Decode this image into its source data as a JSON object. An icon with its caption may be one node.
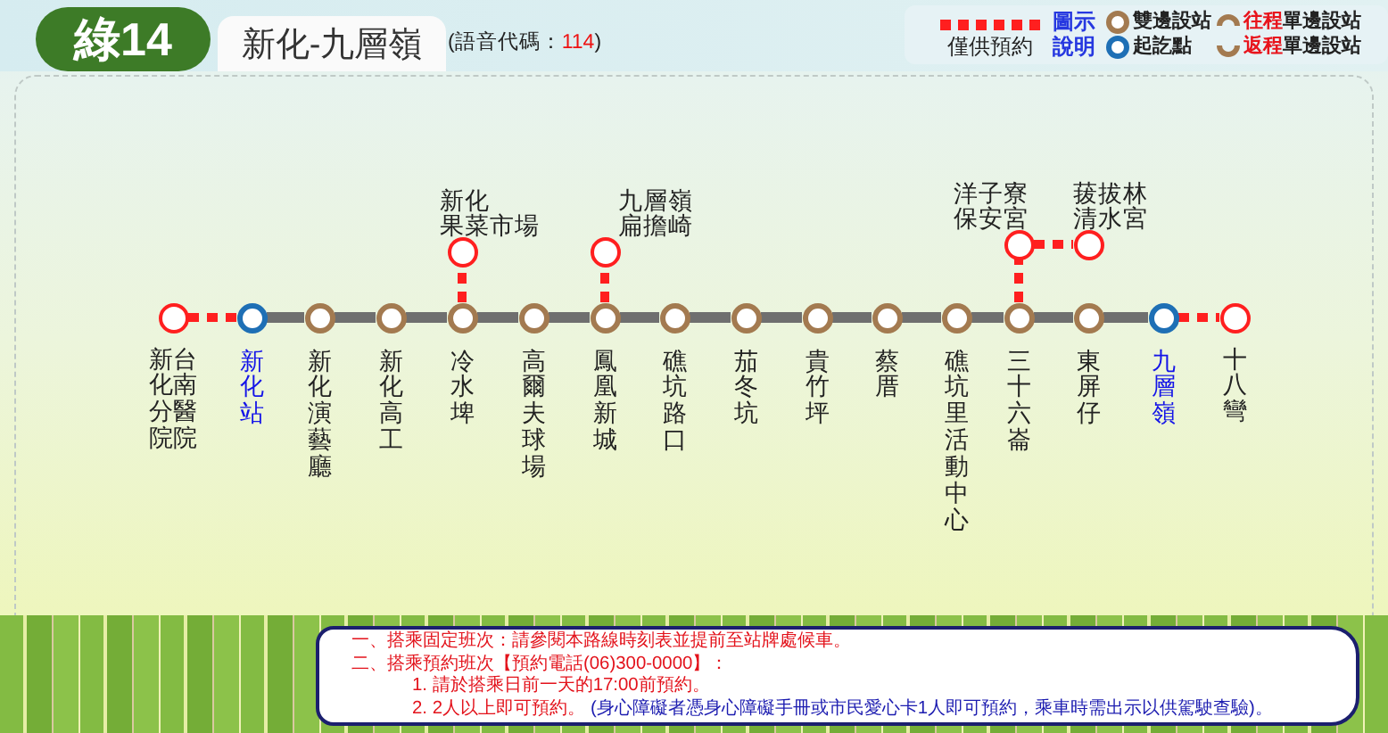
{
  "diagram": {
    "nodes": [
      {
        "text": [
          "綠14"
        ]
      },
      {
        "text": [
          "新化-九層嶺"
        ],
        "beside": [
          "(語音代碼：114)"
        ]
      },
      {
        "text": [
          "台南醫院新化分院"
        ]
      },
      {
        "text": [
          "新化站"
        ]
      },
      {
        "text": [
          "新化演藝廳"
        ]
      },
      {
        "text": [
          "新化高工"
        ]
      },
      {
        "text": [
          "冷水埤"
        ]
      },
      {
        "text": [
          "新化果菜市場"
        ]
      },
      {
        "text": [
          "高爾夫球場"
        ]
      },
      {
        "text": [
          "鳳凰新城"
        ]
      },
      {
        "text": [
          "九層嶺扁擔崎"
        ]
      },
      {
        "text": [
          "礁坑路口"
        ]
      },
      {
        "text": [
          "茄冬坑"
        ]
      },
      {
        "text": [
          "貴竹坪"
        ]
      },
      {
        "text": [
          "蔡厝"
        ]
      },
      {
        "text": [
          "礁坑里活動中心"
        ]
      },
      {
        "text": [
          "三十六崙"
        ]
      },
      {
        "text": [
          "洋子寮保安宮"
        ]
      },
      {
        "text": [
          "菝拔林清水宮"
        ]
      },
      {
        "text": [
          "東屏仔"
        ]
      },
      {
        "text": [
          "九層嶺"
        ]
      },
      {
        "text": [
          "十八彎"
        ]
      },
      {
        "text": [
          "一、搭乘固定班次：請參閱本路線時刻表並提前至站牌處候車。",
          "二、搭乘預約班次【預約電話(06)300-0000】：",
          "1. 請於搭乘日前一天的17:00前預約。",
          "2. 2人以上即可預約。",
          "(身心障礙者憑身心障礙手冊或市民愛心卡1人即可預約，乘車時需出示以供駕駛查驗)。"
        ]
      }
    ],
    "edges": [
      {
        "from": 2,
        "to": 3,
        "arrow": "none",
        "style": "dashed",
        "color": "#ff1f1f"
      },
      {
        "from": 3,
        "to": 4,
        "arrow": "none"
      },
      {
        "from": 4,
        "to": 5,
        "arrow": "none"
      },
      {
        "from": 5,
        "to": 6,
        "arrow": "none"
      },
      {
        "from": 6,
        "to": 7,
        "arrow": "none",
        "style": "dashed",
        "color": "#ff1f1f"
      },
      {
        "from": 6,
        "to": 8,
        "arrow": "none"
      },
      {
        "from": 8,
        "to": 9,
        "arrow": "none"
      },
      {
        "from": 9,
        "to": 10,
        "arrow": "none",
        "style": "dashed",
        "color": "#ff1f1f"
      },
      {
        "from": 9,
        "to": 11,
        "arrow": "none"
      },
      {
        "from": 11,
        "to": 12,
        "arrow": "none"
      },
      {
        "from": 12,
        "to": 13,
        "arrow": "none"
      },
      {
        "from": 13,
        "to": 14,
        "arrow": "none"
      },
      {
        "from": 14,
        "to": 15,
        "arrow": "none"
      },
      {
        "from": 15,
        "to": 16,
        "arrow": "none"
      },
      {
        "from": 16,
        "to": 17,
        "arrow": "none",
        "style": "dashed",
        "color": "#ff1f1f"
      },
      {
        "from": 17,
        "to": 18,
        "arrow": "none",
        "style": "dashed",
        "color": "#ff1f1f"
      },
      {
        "from": 16,
        "to": 19,
        "arrow": "none"
      },
      {
        "from": 19,
        "to": 20,
        "arrow": "none"
      },
      {
        "from": 20,
        "to": 21,
        "arrow": "none",
        "style": "dashed",
        "color": "#ff1f1f"
      }
    ],
    "labels": [
      "圖示說明"
    ],
    "legend": [
      {
        "text": "僅供預約"
      },
      {
        "text": "雙邊設站"
      },
      {
        "text": "往程單邊設站"
      },
      {
        "text": "起訖點"
      },
      {
        "text": "返程單邊設站"
      }
    ]
  }
}
